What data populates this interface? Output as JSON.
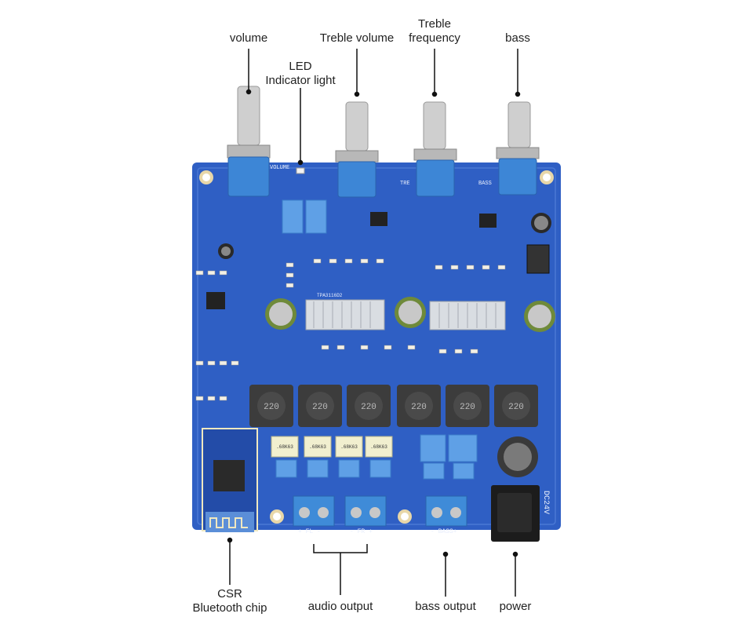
{
  "labels": {
    "volume": "volume",
    "led": [
      "LED",
      "Indicator light"
    ],
    "treble_volume": "Treble volume",
    "treble_frequency": [
      "Treble",
      "frequency"
    ],
    "bass": "bass",
    "csr": [
      "CSR",
      "Bluetooth chip"
    ],
    "audio_output": "audio output",
    "bass_output": "bass output",
    "power": "power"
  },
  "board_text": {
    "pot_volume": "VOLUME",
    "pot_treble": "TRE",
    "pot_bass": "BASS",
    "chip_amp": "TPA3116D2",
    "inductor": "220",
    "cap_film": ".68K63",
    "terminal_fl": "+ FL -",
    "terminal_fr": "- FR +",
    "terminal_bass": "- BASS+",
    "dc": "DC24V"
  },
  "colors": {
    "pcb": "#2f5fc4",
    "pcb_dark": "#234ca8",
    "pot_blue": "#3d86d6",
    "terminal_blue": "#3f8bd8",
    "inductor": "#3c3c3c",
    "heatsink": "#d9dde2",
    "cap_green": "#6f8a3a",
    "leader": "#111111"
  }
}
